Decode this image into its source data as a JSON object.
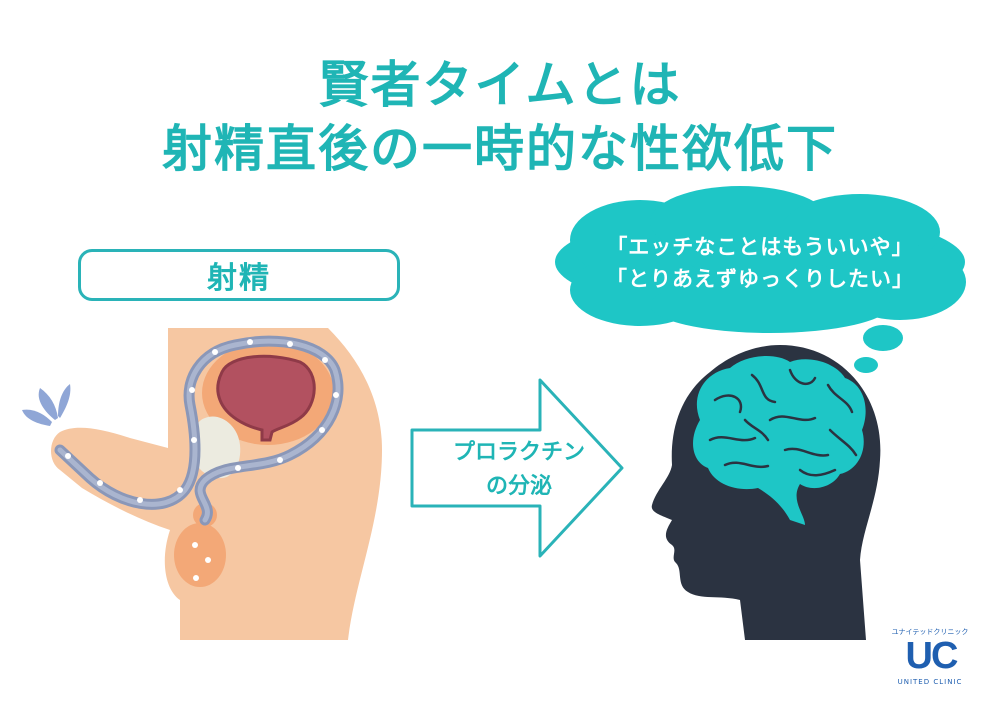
{
  "title": {
    "line1": "賢者タイムとは",
    "line2": "射精直後の一時的な性欲低下"
  },
  "ejaculation_label": "射精",
  "arrow_label": {
    "line1": "プロラクチン",
    "line2": "の分泌"
  },
  "thought_bubble": {
    "line1": "「エッチなことはもういいや」",
    "line2": "「とりあえずゆっくりしたい」"
  },
  "logo": {
    "top_text": "ユナイテッドクリニック",
    "mark": "UC",
    "bottom_text": "UNITED CLINIC"
  },
  "colors": {
    "teal": "#1fb5b5",
    "bubble": "#1ec6c6",
    "skin": "#f6c7a2",
    "head": "#2b3341",
    "logo_blue": "#1f5fb0"
  },
  "icons": [
    "sperm-icon",
    "brain-icon",
    "right-arrow-icon",
    "thought-bubble-icon"
  ]
}
